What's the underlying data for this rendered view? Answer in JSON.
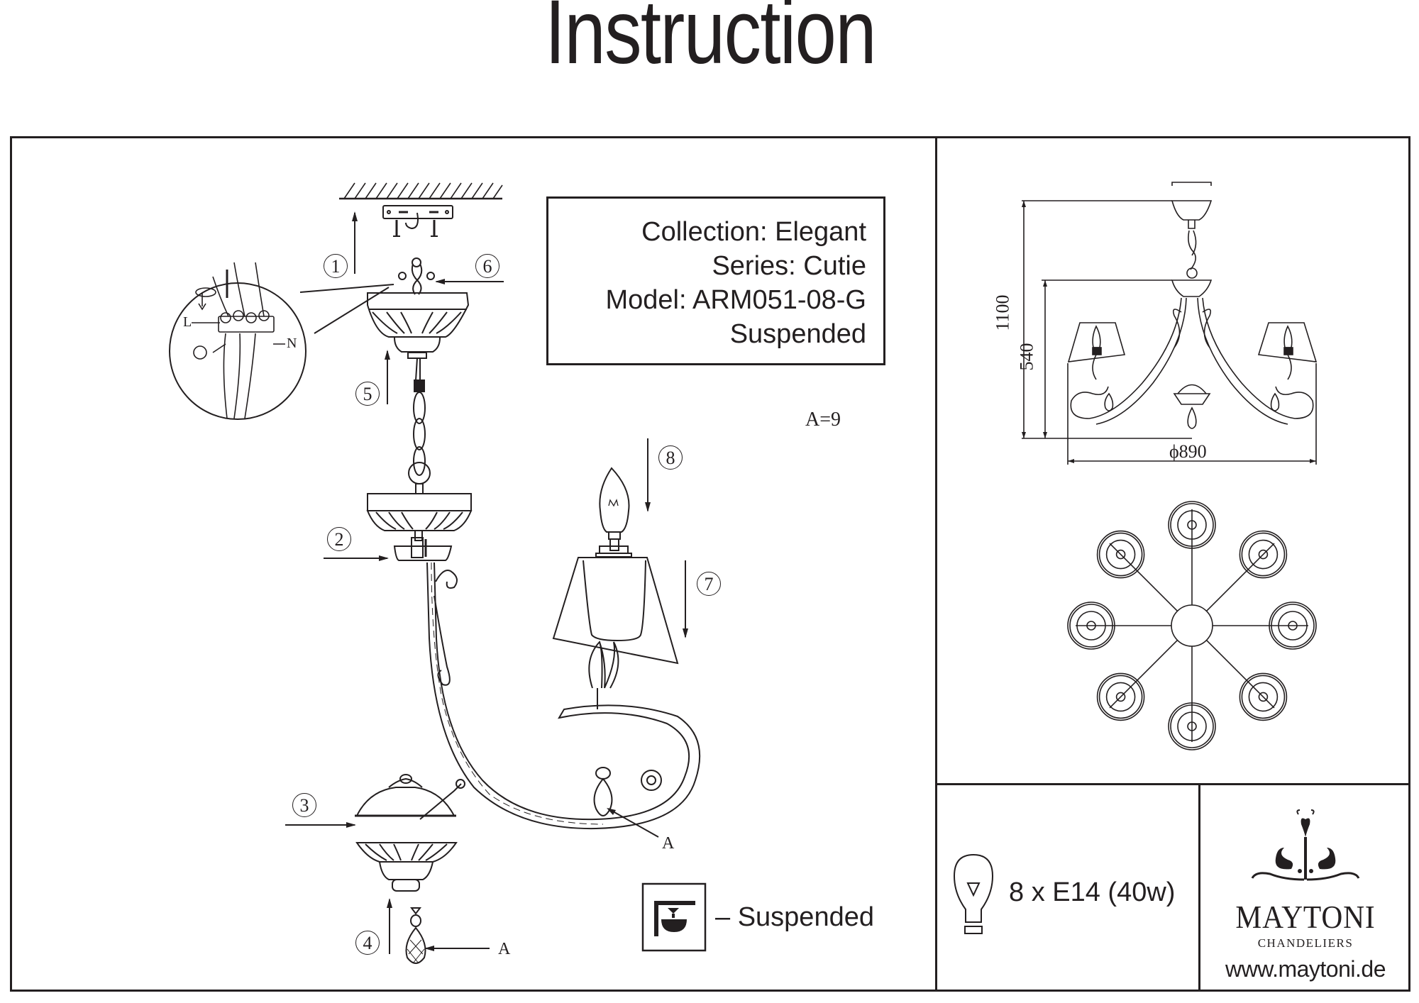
{
  "title": "Instruction",
  "product_info": {
    "collection": "Collection: Elegant",
    "series": "Series: Cutie",
    "model": "Model: ARM051-08-G",
    "type": "Suspended"
  },
  "assembly": {
    "steps": [
      "1",
      "2",
      "3",
      "4",
      "5",
      "6",
      "7",
      "8"
    ],
    "crystal_count_label": "A=9",
    "crystal_label": "A",
    "wire_labels": {
      "live": "L",
      "neutral": "N",
      "earth_symbol": "ground-symbol"
    }
  },
  "dimensions": {
    "total_height": "1100",
    "body_height": "540",
    "diameter": "ϕ890"
  },
  "top_view": {
    "arms": 8
  },
  "bulb_spec": {
    "icon": "lightbulb-icon",
    "text": "8 x E14 (40w)"
  },
  "mount_type": {
    "icon": "suspended-mount-icon",
    "text": "– Suspended"
  },
  "brand": {
    "name": "MAYTONI",
    "subtitle": "CHANDELIERS",
    "url": "www.maytoni.de"
  }
}
